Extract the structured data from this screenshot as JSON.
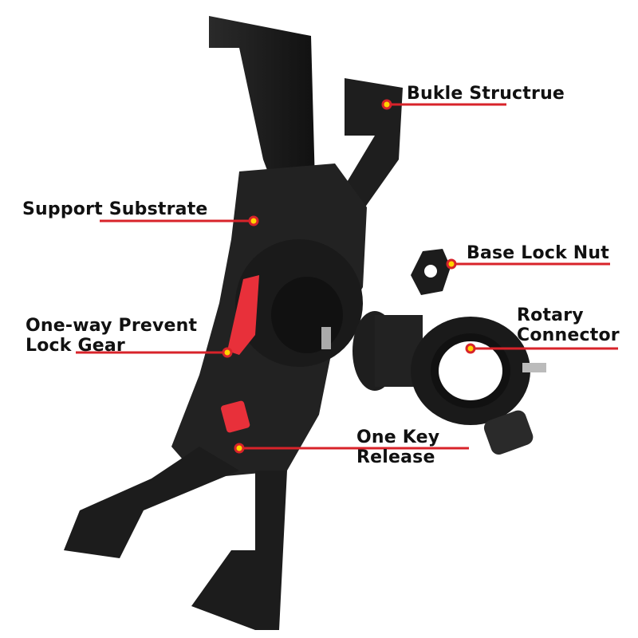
{
  "colors": {
    "accent_line": "#d8232a",
    "dot": "#ffd400",
    "device": "#1c1c1c",
    "gear": "#e8303a"
  },
  "labels": {
    "buckle": "Bukle Structrue",
    "support": "Support Substrate",
    "base_nut": "Base Lock Nut",
    "gear_line1": "One-way Prevent",
    "gear_line2": "Lock Gear",
    "rotary_line1": "Rotary",
    "rotary_line2": "Connector",
    "release_line1": "One Key",
    "release_line2": "Release"
  }
}
